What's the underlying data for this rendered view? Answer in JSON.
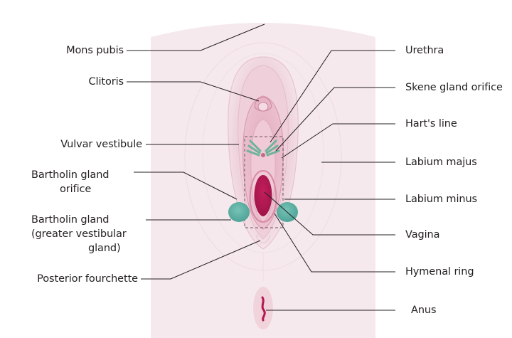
{
  "labels": {
    "left": {
      "mons_pubis": "Mons pubis",
      "clitoris": "Clitoris",
      "vulvar_vestibule": "Vulvar vestibule",
      "bartholin_orifice_1": "Bartholin gland",
      "bartholin_orifice_2": "orifice",
      "bartholin_gland_1": "Bartholin gland",
      "bartholin_gland_2": "(greater vestibular",
      "bartholin_gland_3": "gland)",
      "posterior_fourchette": "Posterior fourchette"
    },
    "right": {
      "urethra": "Urethra",
      "skene_gland_orifice": "Skene gland orifice",
      "harts_line": "Hart's line",
      "labium_majus": "Labium majus",
      "labium_minus": "Labium minus",
      "vagina": "Vagina",
      "hymenal_ring": "Hymenal ring",
      "anus": "Anus"
    }
  },
  "colors": {
    "background_skin": "#f6e8ec",
    "labium_majus": "#f1d9e0",
    "labium_minus": "#e9bccb",
    "vestibule": "#f0ccd8",
    "vagina": "#b5174f",
    "bartholin_gland": "#5fb3a8",
    "skene_gland": "#6fb39a",
    "leader_line": "#231f20"
  }
}
